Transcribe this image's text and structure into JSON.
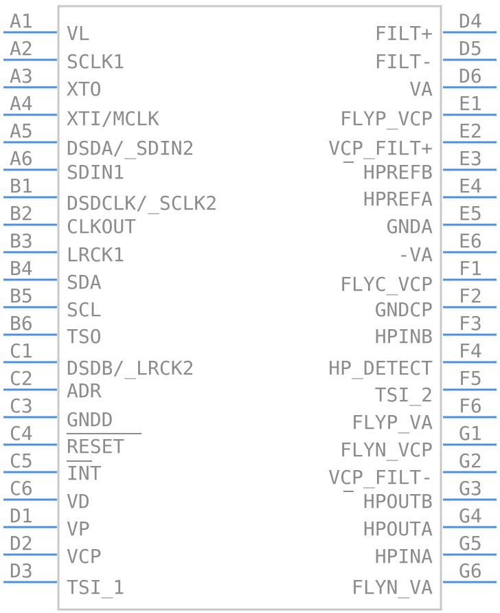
{
  "component": {
    "body_color": "#c8c8c8",
    "pin_color": "#4a90e2",
    "text_color": "#8c8c8c",
    "left_pins": [
      {
        "num": "A1",
        "name": "VL"
      },
      {
        "num": "A2",
        "name": "SCLK1"
      },
      {
        "num": "A3",
        "name": "XTO"
      },
      {
        "num": "A4",
        "name": "XTI/MCLK"
      },
      {
        "num": "A5",
        "name": "DSDA/_SDIN2"
      },
      {
        "num": "A6",
        "name": "SDIN1"
      },
      {
        "num": "B1",
        "name": "DSDCLK/_SCLK2"
      },
      {
        "num": "B2",
        "name": "CLKOUT"
      },
      {
        "num": "B3",
        "name": "LRCK1"
      },
      {
        "num": "B4",
        "name": "SDA"
      },
      {
        "num": "B5",
        "name": "SCL"
      },
      {
        "num": "B6",
        "name": "TSO"
      },
      {
        "num": "C1",
        "name": "DSDB/_LRCK2"
      },
      {
        "num": "C2",
        "name": "ADR"
      },
      {
        "num": "C3",
        "name": "GNDD"
      },
      {
        "num": "C4",
        "name": "RESET"
      },
      {
        "num": "C5",
        "name": "INT"
      },
      {
        "num": "C6",
        "name": "VD"
      },
      {
        "num": "D1",
        "name": "VP"
      },
      {
        "num": "D2",
        "name": "VCP"
      },
      {
        "num": "D3",
        "name": "TSI_1"
      }
    ],
    "right_pins": [
      {
        "num": "D4",
        "name": "FILT+"
      },
      {
        "num": "D5",
        "name": "FILT-"
      },
      {
        "num": "D6",
        "name": "VA"
      },
      {
        "num": "E1",
        "name": "FLYP_VCP"
      },
      {
        "num": "E2",
        "name": "VCP_FILT+"
      },
      {
        "num": "E3",
        "name": "HPREFB"
      },
      {
        "num": "E4",
        "name": "HPREFA"
      },
      {
        "num": "E5",
        "name": "GNDA"
      },
      {
        "num": "E6",
        "name": "-VA"
      },
      {
        "num": "F1",
        "name": "FLYC_VCP"
      },
      {
        "num": "F2",
        "name": "GNDCP"
      },
      {
        "num": "F3",
        "name": "HPINB"
      },
      {
        "num": "F4",
        "name": "HP_DETECT"
      },
      {
        "num": "F5",
        "name": "TSI_2"
      },
      {
        "num": "F6",
        "name": "FLYP_VA"
      },
      {
        "num": "G1",
        "name": "FLYN_VCP"
      },
      {
        "num": "G2",
        "name": "VCP_FILT-"
      },
      {
        "num": "G3",
        "name": "HPOUTB"
      },
      {
        "num": "G4",
        "name": "HPOUTA"
      },
      {
        "num": "G5",
        "name": "HPINA"
      },
      {
        "num": "G6",
        "name": "FLYN_VA"
      }
    ]
  }
}
